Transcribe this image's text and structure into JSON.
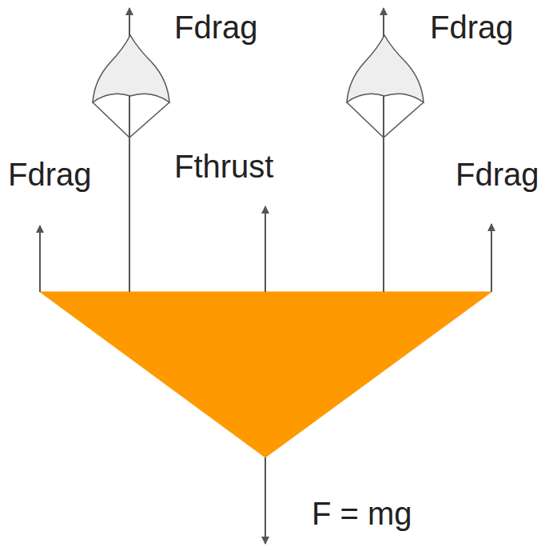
{
  "diagram": {
    "labels": [
      "Fdrag",
      "Fdrag",
      "Fdrag",
      "Fthrust",
      "Fdrag",
      "F = mg"
    ]
  }
}
